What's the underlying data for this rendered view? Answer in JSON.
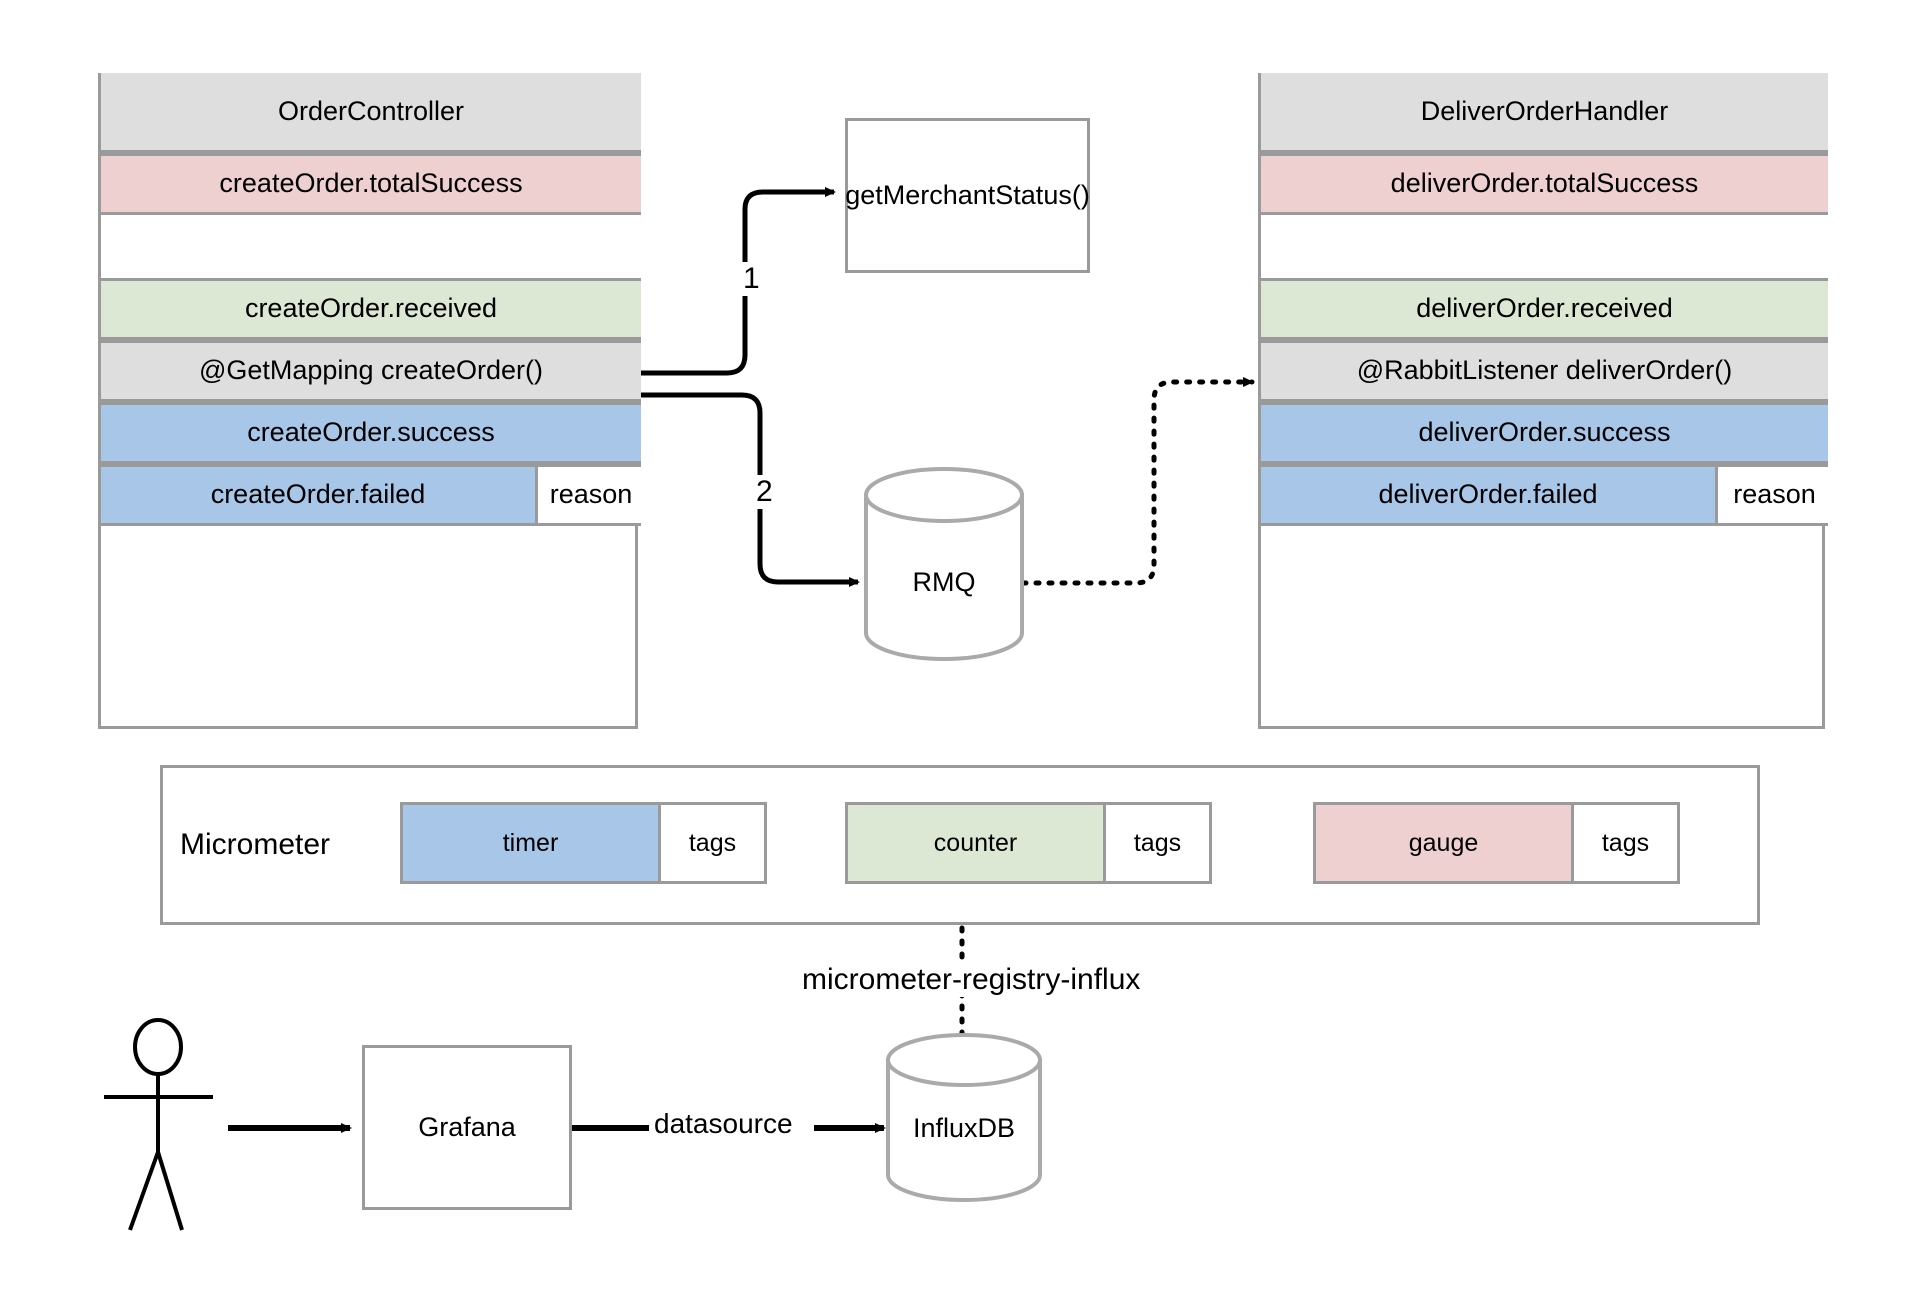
{
  "diagram": {
    "title_hidden": "",
    "colors": {
      "gray": "#dedede",
      "pink": "#eed0d0",
      "green": "#dce8d4",
      "blue": "#a8c6e8",
      "border": "#9a9a9a",
      "line": "#000000",
      "shape_border": "#9a9a9a"
    }
  },
  "order_controller": {
    "header": "OrderController",
    "rows": [
      {
        "label": "createOrder.totalSuccess",
        "color": "pink"
      },
      {
        "label": "",
        "color": "white"
      },
      {
        "label": "createOrder.received",
        "color": "green"
      },
      {
        "label": "@GetMapping createOrder()",
        "color": "gray"
      },
      {
        "label": "createOrder.success",
        "color": "blue"
      }
    ],
    "failed_row": {
      "label": "createOrder.failed",
      "tag": "reason"
    }
  },
  "deliver_order_handler": {
    "header": "DeliverOrderHandler",
    "rows": [
      {
        "label": "deliverOrder.totalSuccess",
        "color": "pink"
      },
      {
        "label": "",
        "color": "white"
      },
      {
        "label": "deliverOrder.received",
        "color": "green"
      },
      {
        "label": "@RabbitListener deliverOrder()",
        "color": "gray"
      },
      {
        "label": "deliverOrder.success",
        "color": "blue"
      }
    ],
    "failed_row": {
      "label": "deliverOrder.failed",
      "tag": "reason"
    }
  },
  "merchant": {
    "label": "getMerchantStatus()"
  },
  "queue": {
    "label": "RMQ"
  },
  "call_numbers": {
    "first": "1",
    "second": "2"
  },
  "micrometer": {
    "label": "Micrometer",
    "metrics": [
      {
        "name": "timer",
        "tag": "tags",
        "color": "blue"
      },
      {
        "name": "counter",
        "tag": "tags",
        "color": "green"
      },
      {
        "name": "gauge",
        "tag": "tags",
        "color": "pink"
      }
    ]
  },
  "registry_edge": {
    "label": "micrometer-registry-influx"
  },
  "grafana": {
    "label": "Grafana"
  },
  "influxdb": {
    "label": "InfluxDB"
  },
  "datasource_edge": {
    "label": "datasource"
  },
  "actor": {
    "name": "user-actor"
  }
}
